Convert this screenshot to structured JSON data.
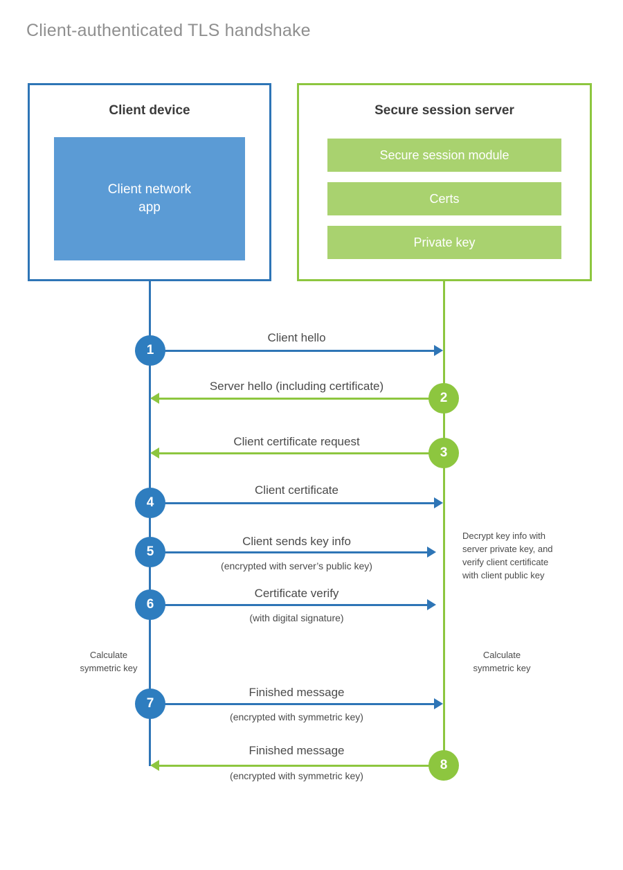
{
  "page": {
    "title": "Client-authenticated TLS handshake",
    "background": "#ffffff"
  },
  "colors": {
    "client_accent": "#2e75b6",
    "client_badge": "#2e7dbf",
    "client_fill": "#5b9bd5",
    "server_accent": "#8dc63f",
    "server_fill": "#a9d26f",
    "title_text": "#8f8f8f",
    "body_text": "#4a4a4a"
  },
  "client": {
    "title": "Client device",
    "app_label": "Client network\napp"
  },
  "server": {
    "title": "Secure session server",
    "components": [
      {
        "label": "Secure session module"
      },
      {
        "label": "Certs"
      },
      {
        "label": "Private key"
      }
    ]
  },
  "steps": [
    {
      "number": "1",
      "label": "Client hello",
      "sublabel": "",
      "direction": "client-to-server",
      "origin": "client"
    },
    {
      "number": "2",
      "label": "Server hello (including certificate)",
      "sublabel": "",
      "direction": "server-to-client",
      "origin": "server"
    },
    {
      "number": "3",
      "label": "Client certificate request",
      "sublabel": "",
      "direction": "server-to-client",
      "origin": "server"
    },
    {
      "number": "4",
      "label": "Client certificate",
      "sublabel": "",
      "direction": "client-to-server",
      "origin": "client"
    },
    {
      "number": "5",
      "label": "Client sends key info",
      "sublabel": "(encrypted with server’s public key)",
      "direction": "client-to-server",
      "origin": "client"
    },
    {
      "number": "6",
      "label": "Certificate verify",
      "sublabel": "(with digital signature)",
      "direction": "client-to-server",
      "origin": "client"
    },
    {
      "number": "7",
      "label": "Finished message",
      "sublabel": "(encrypted with symmetric key)",
      "direction": "client-to-server",
      "origin": "client"
    },
    {
      "number": "8",
      "label": "Finished message",
      "sublabel": "(encrypted with symmetric key)",
      "direction": "server-to-client",
      "origin": "server"
    }
  ],
  "notes": {
    "server_decrypt": "Decrypt key info with\nserver private key, and\nverify client certificate\nwith client public key",
    "client_calculate": "Calculate\nsymmetric key",
    "server_calculate": "Calculate\nsymmetric key"
  }
}
